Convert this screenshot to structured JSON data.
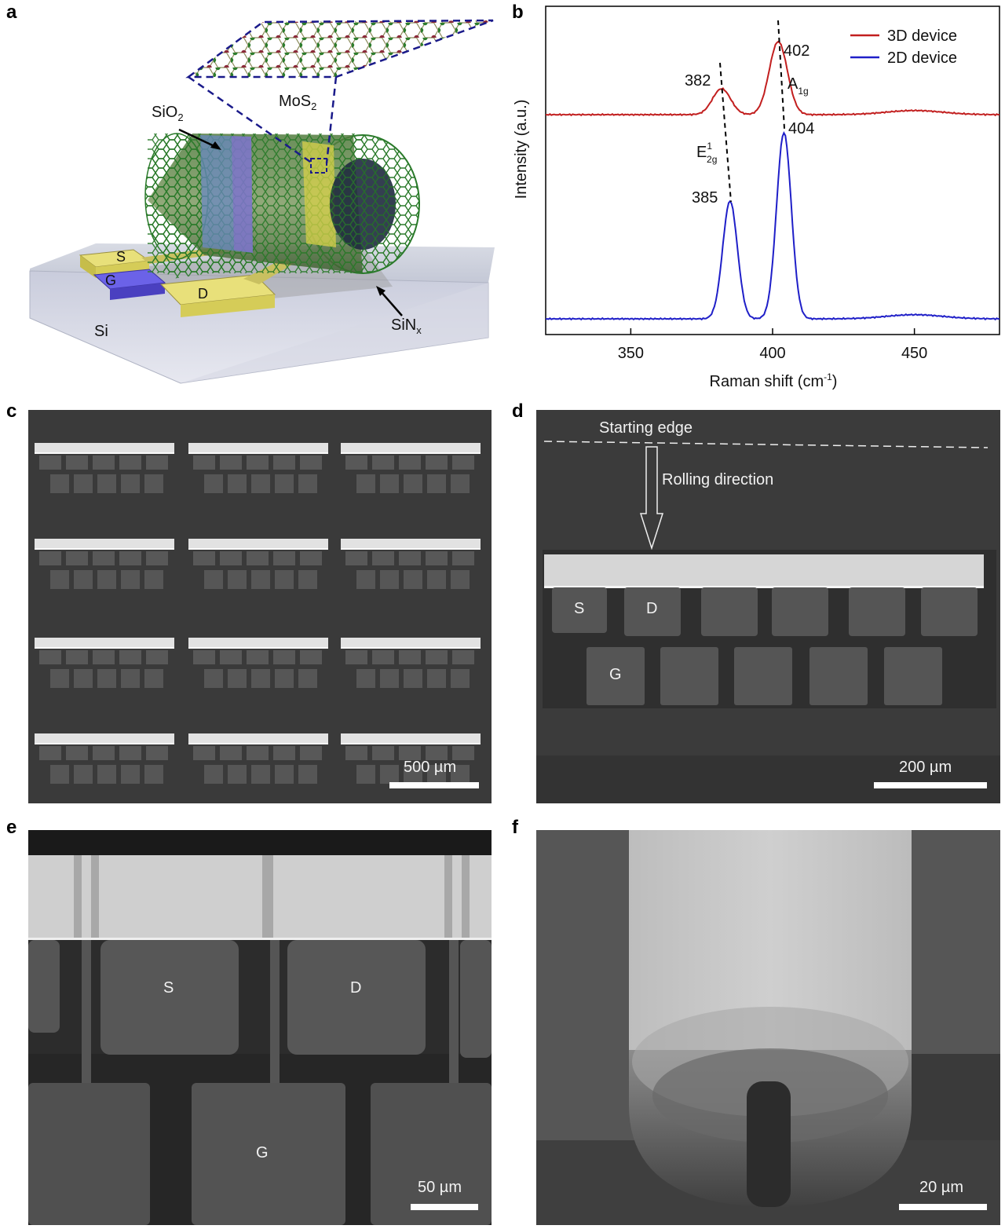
{
  "panels": {
    "a": "a",
    "b": "b",
    "c": "c",
    "d": "d",
    "e": "e",
    "f": "f"
  },
  "schematic": {
    "mos2": "MoS",
    "mos2_sub": "2",
    "sio2": "SiO",
    "sio2_sub": "2",
    "sinx": "SiN",
    "sinx_sub": "x",
    "si": "Si",
    "source": "S",
    "gate": "G",
    "drain": "D"
  },
  "chart_data": {
    "type": "line",
    "xlabel": "Raman shift (cm",
    "xlabel_sup": "-1",
    "xlabel_end": ")",
    "ylabel": "Intensity (a.u.)",
    "xlim": [
      320,
      480
    ],
    "xticks": [
      350,
      400,
      450
    ],
    "legend_position": "top-right",
    "series": [
      {
        "name": "3D device",
        "color": "#c21f1f",
        "peaks": [
          [
            382,
            0.22
          ],
          [
            402,
            0.62
          ]
        ],
        "baseline": 0.0
      },
      {
        "name": "2D device",
        "color": "#1f1fc8",
        "peaks": [
          [
            385,
            1.0
          ],
          [
            404,
            1.58
          ]
        ],
        "baseline": 0.0
      }
    ],
    "annotations": {
      "p382": "382",
      "p402": "402",
      "p385": "385",
      "p404": "404",
      "e2g": "E",
      "e2g_sup": "1",
      "e2g_sub": "2g",
      "a1g": "A",
      "a1g_sub": "1g"
    }
  },
  "sem_c": {
    "scale": "500 µm"
  },
  "sem_d": {
    "starting_edge": "Starting edge",
    "rolling_direction": "Rolling direction",
    "s": "S",
    "d": "D",
    "g": "G",
    "scale": "200 µm"
  },
  "sem_e": {
    "s": "S",
    "d": "D",
    "g": "G",
    "scale": "50 µm"
  },
  "sem_f": {
    "scale": "20 µm"
  }
}
